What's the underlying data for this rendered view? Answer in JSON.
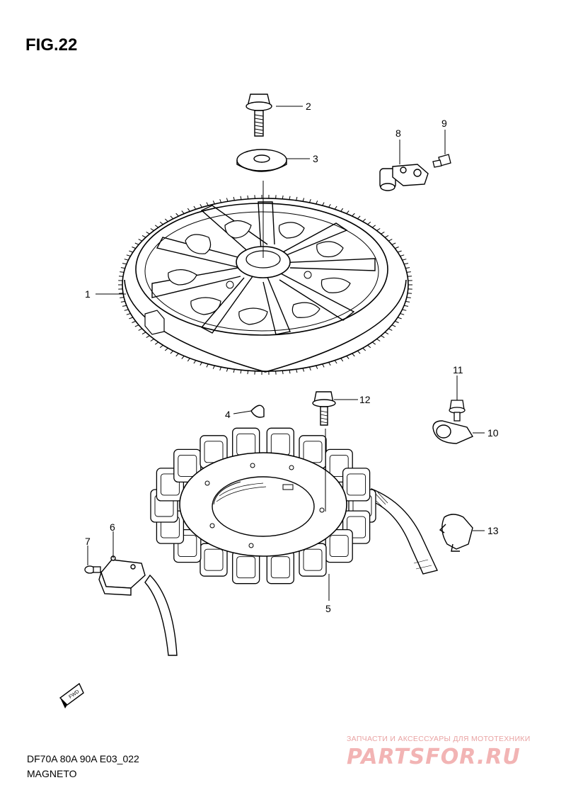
{
  "figure": {
    "title": "FIG.22",
    "code": "DF70A 80A 90A E03_022",
    "name": "MAGNETO"
  },
  "callouts": [
    "1",
    "2",
    "3",
    "4",
    "5",
    "6",
    "7",
    "8",
    "9",
    "10",
    "11",
    "12",
    "13"
  ],
  "fwd_label": "FWD",
  "watermark": {
    "tagline": "ЗАПЧАСТИ И АКСЕССУАРЫ ДЛЯ МОТОТЕХНИКИ",
    "brand": "PARTSFOR.RU",
    "color": "#f2b4b4"
  },
  "colors": {
    "line": "#000000",
    "part_fill": "#ffffff",
    "shade": "#d9d9d9"
  }
}
